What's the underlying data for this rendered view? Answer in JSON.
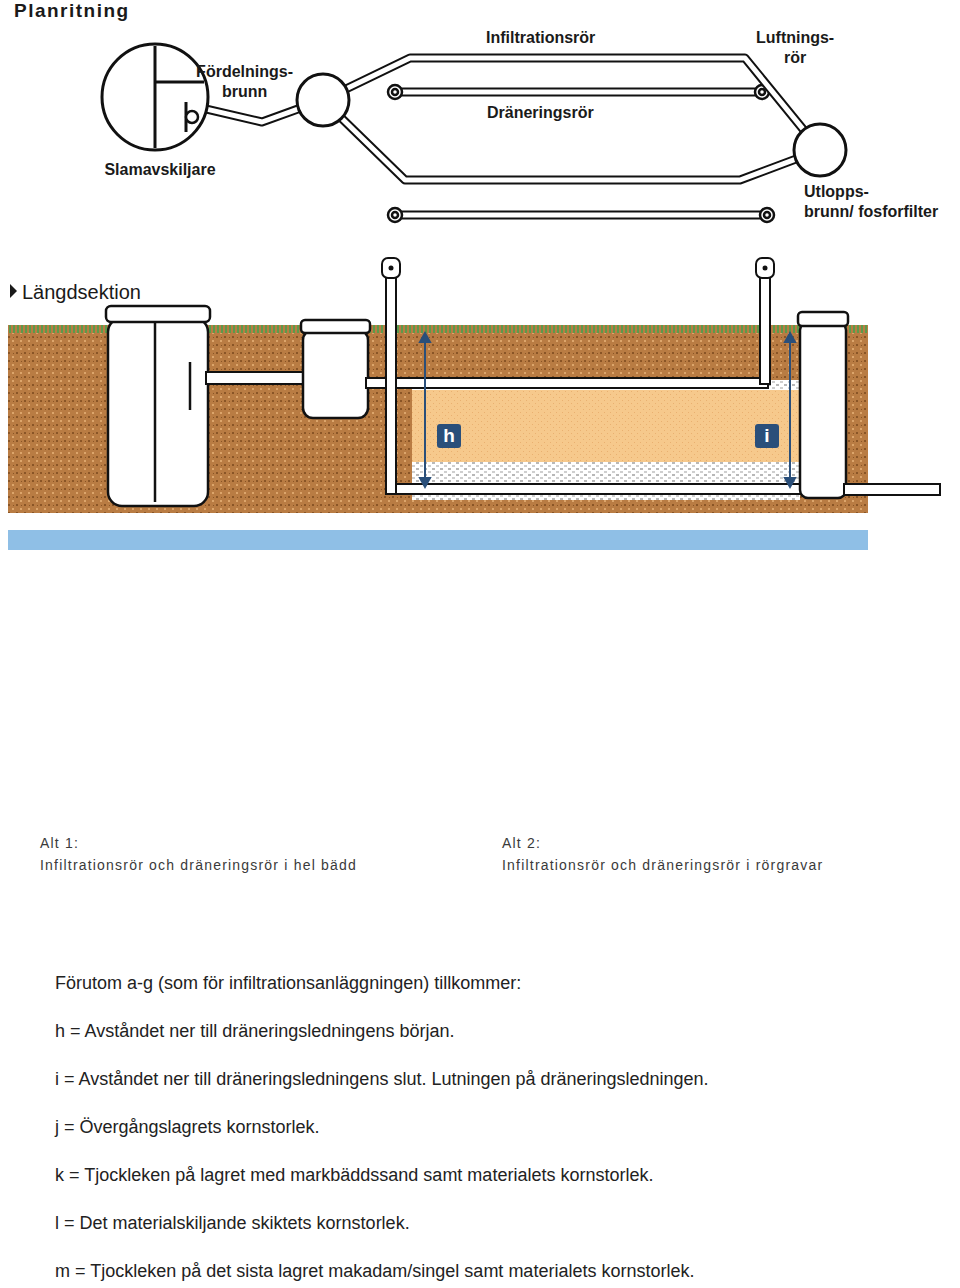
{
  "diagram": {
    "title": "Planritning",
    "nodes": [
      {
        "text": [
          "Slamavskiljare"
        ]
      },
      {
        "text": [
          "Fördelnings- brunn"
        ]
      },
      {
        "text": [
          "Utlopps- brunn/ fosforfilter"
        ]
      },
      {
        "text": [
          "h"
        ]
      },
      {
        "text": [
          "i"
        ]
      }
    ],
    "edges": [
      {
        "from": 0,
        "to": 1,
        "arrow": "none"
      },
      {
        "from": 1,
        "to": 2,
        "arrow": "none"
      },
      {
        "from": 1,
        "to": 2,
        "arrow": "none"
      }
    ],
    "labels": [
      "Infiltrationsrör",
      "Dräneringsrör",
      "Luftnings- rör",
      "Längdsektion",
      "Alt 1: Infiltrationsrör och dräneringsrör i hel bädd",
      "Alt 2: Infiltrationsrör och dräneringsrör i rörgravar",
      "Förutom a-g (som för infiltrationsanläggningen) tillkommer:",
      "h = Avståndet ner till dräneringsledningens början.",
      "i = Avståndet ner till dräneringsledningens slut. Lutningen på dräneringsledningen.",
      "j = Övergångslagrets kornstorlek.",
      "k = Tjockleken på lagret med markbäddssand samt materialets kornstorlek.",
      "l = Det materialskiljande skiktets kornstorlek.",
      "m = Tjockleken på det sista lagret makadam/singel samt materialets kornstorlek."
    ]
  }
}
